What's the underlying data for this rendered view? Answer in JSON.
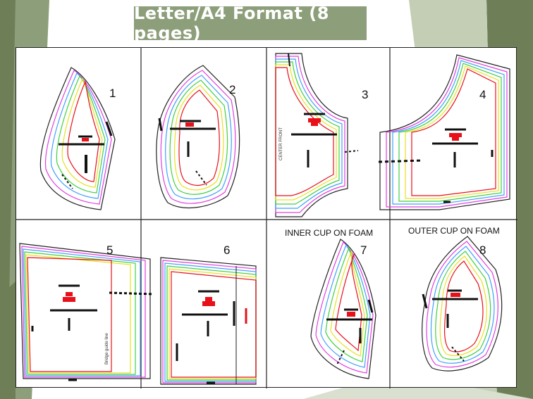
{
  "slide": {
    "title": "Letter/A4 Format (8 pages)",
    "colors": {
      "green_dark": "#6e7f58",
      "green_mid": "#8d9e7a",
      "green_light": "#c3ceb4",
      "grade_red": "#e8101a"
    }
  },
  "pages": [
    {
      "number": "1"
    },
    {
      "number": "2"
    },
    {
      "number": "3",
      "side_label": "CENTER FRONT"
    },
    {
      "number": "4"
    },
    {
      "number": "5",
      "side_label": "Bridge guide line"
    },
    {
      "number": "6"
    },
    {
      "number": "7",
      "caption": "INNER CUP ON FOAM"
    },
    {
      "number": "8",
      "caption": "OUTER CUP ON FOAM"
    }
  ]
}
